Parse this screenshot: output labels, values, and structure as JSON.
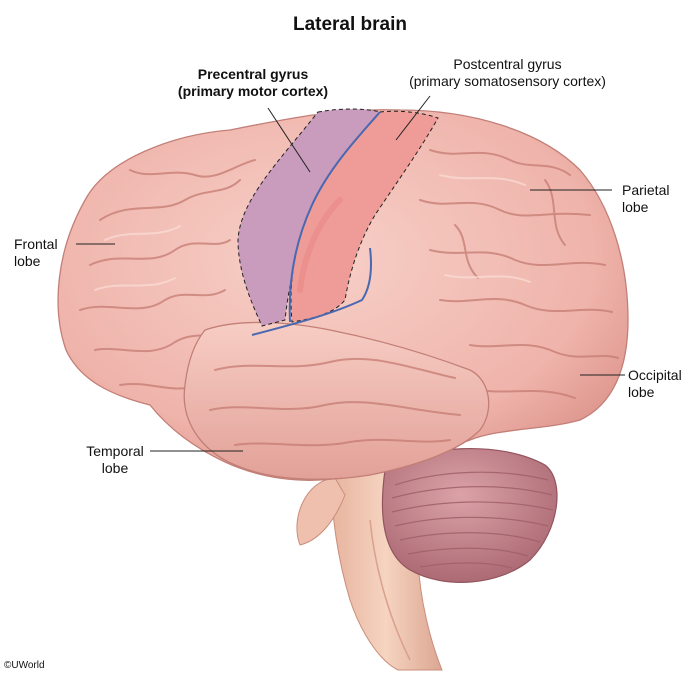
{
  "title": "Lateral brain",
  "labels": {
    "precentral_line1": "Precentral gyrus",
    "precentral_line2": "(primary motor cortex)",
    "postcentral_line1": "Postcentral gyrus",
    "postcentral_line2": "(primary somatosensory cortex)",
    "frontal_line1": "Frontal",
    "frontal_line2": "lobe",
    "parietal_line1": "Parietal",
    "parietal_line2": "lobe",
    "occipital_line1": "Occipital",
    "occipital_line2": "lobe",
    "temporal_line1": "Temporal",
    "temporal_line2": "lobe"
  },
  "copyright": "©UWorld",
  "colors": {
    "brain": "#f2bcb3",
    "brain_shadow": "#dc958c",
    "sulcus": "#c9786f",
    "precentral": "#c99bbd",
    "postcentral": "#ef9c98",
    "boundary": "#4a68b0",
    "cerebellum": "#c98c95",
    "brainstem": "#f0c6b0"
  }
}
